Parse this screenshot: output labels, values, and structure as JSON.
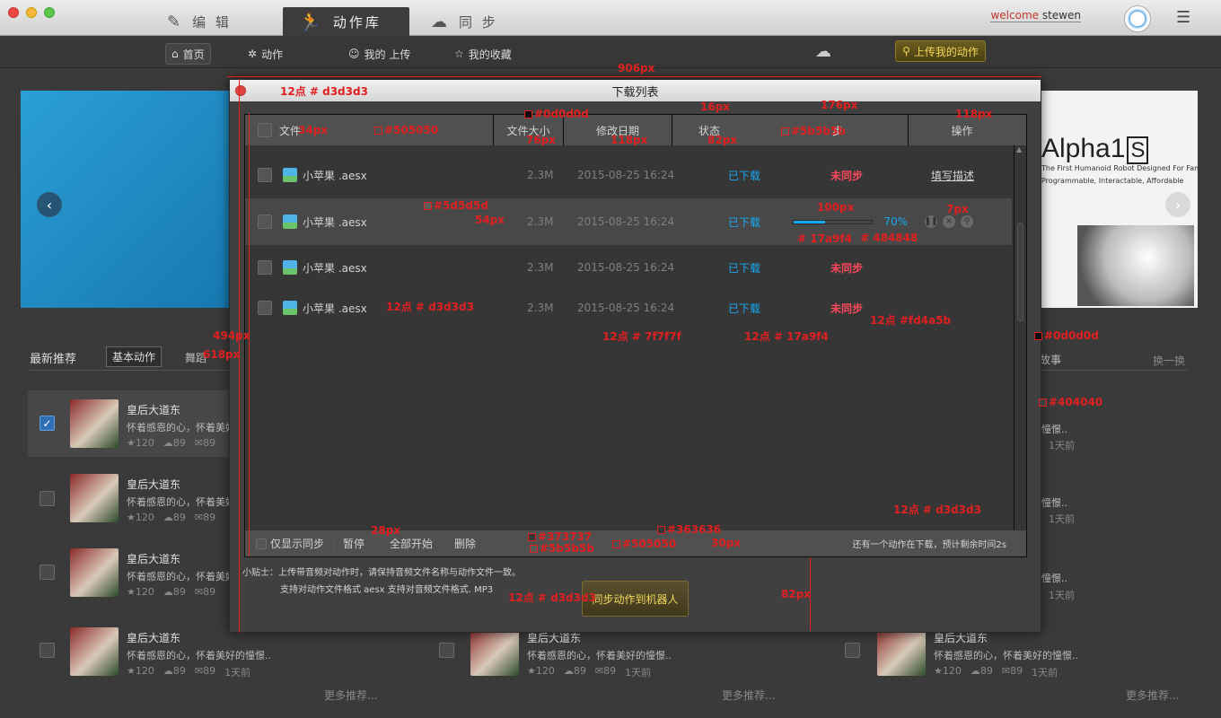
{
  "window": {
    "tabs": [
      {
        "label": "编 辑",
        "icon": "edit-icon"
      },
      {
        "label": "动作库",
        "icon": "robot-icon"
      },
      {
        "label": "同 步",
        "icon": "cloud-icon"
      }
    ],
    "welcome": "welcome",
    "user": "stewen"
  },
  "subnav": {
    "items": [
      "首页",
      "动作",
      "我的 上传",
      "我的收藏"
    ],
    "upload_button": "上传我的动作"
  },
  "main": {
    "section_title": "最新推荐",
    "tab_basic": "基本动作",
    "tab_dance": "舞蹈",
    "tab_story": "故事",
    "refresh": "换一换",
    "more": "更多推荐...",
    "banner_title": "Alpha1",
    "banner_badge": "S",
    "banner_line1": "The First Humanoid Robot Designed For Family",
    "banner_line2": "Programmable, Interactable, Affordable",
    "card": {
      "title": "皇后大道东",
      "desc": "怀着感恩的心，怀着美好的",
      "desc_full": "怀着感恩的心，怀着美好的憧憬..",
      "likes": "120",
      "downloads": "89",
      "comments": "89",
      "time": "1天前"
    }
  },
  "modal": {
    "title": "下载列表",
    "headers": {
      "file": "文件",
      "size": "文件大小",
      "date": "修改日期",
      "status": "状态",
      "sync": "步",
      "action": "操作"
    },
    "rows": [
      {
        "name": "小苹果 .aesx",
        "size": "2.3M",
        "date": "2015-08-25  16:24",
        "status": "已下载",
        "sync": "未同步",
        "action": "填写描述"
      },
      {
        "name": "小苹果 .aesx",
        "size": "2.3M",
        "date": "2015-08-25  16:24",
        "status": "已下载",
        "progress": 0.4,
        "percent": "70%"
      },
      {
        "name": "小苹果 .aesx",
        "size": "2.3M",
        "date": "2015-08-25  16:24",
        "status": "已下载",
        "sync": "未同步"
      },
      {
        "name": "小苹果 .aesx",
        "size": "2.3M",
        "date": "2015-08-25  16:24",
        "status": "已下载",
        "sync": "未同步"
      }
    ],
    "footer": {
      "only_sync": "仅显示同步",
      "pause": "暂停",
      "start_all": "全部开始",
      "delete": "删除",
      "remaining": "还有一个动作在下载，预计剩余时间2s"
    },
    "tip1": "小贴士：上传带音频对动作时，请保持音频文件名称与动作文件一致。",
    "tip2": "支持对动作文件格式 aesx 支持对音频文件格式. MP3",
    "sync_button": "同步动作到机器人"
  },
  "annotations": {
    "w906": "906px",
    "title_font": "12点 # d3d3d3",
    "h34": "34px",
    "c505050": "#505050",
    "c0d0d0d": "#0d0d0d",
    "w76": "76px",
    "w118": "118px",
    "w82": "82px",
    "h16": "16px",
    "w176": "176px",
    "w118b": "118px",
    "c5b5b5b": "#5b5b5b",
    "c5d5d5d": "#5d5d5d",
    "h54": "54px",
    "w100": "100px",
    "c17a9f4": "# 17a9f4",
    "c484848": "# 484848",
    "w7": "7px",
    "row_font": "12点 # d3d3d3",
    "date_font": "12点 # 7f7f7f",
    "status_font": "12点 # 17a9f4",
    "sync_font": "12点 #fd4a5b",
    "c0d0d0d2": "#0d0d0d",
    "c404040": "#404040",
    "h494": "494px",
    "h618": "618px",
    "h28": "28px",
    "c373737": "#373737",
    "c363636": "#363636",
    "c5b5b5b2": "#5b5b5b",
    "c505050b": "#505050",
    "h30": "30px",
    "remaining_font": "12点 # d3d3d3",
    "tip_font": "12点 # d3d3d3",
    "h82": "82px"
  },
  "colors": {
    "accent": "#17a9f4",
    "warn": "#fd4a5b",
    "gold": "#f3d65a"
  }
}
